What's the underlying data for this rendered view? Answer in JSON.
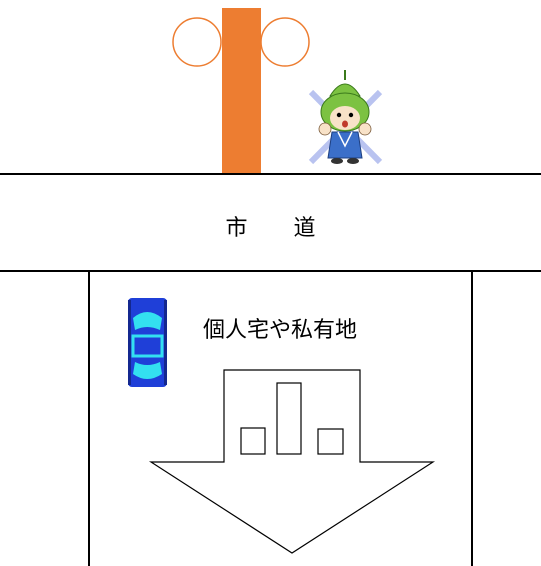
{
  "road": {
    "char1": "市",
    "char2": "道"
  },
  "property": {
    "label": "個人宅や私有地"
  },
  "colors": {
    "pole": "#ED7D31",
    "line": "#000000",
    "car_body": "#1F3FD8",
    "car_glass": "#33E0F0",
    "mascot_green": "#7CC242",
    "mascot_blue": "#3B6FC9",
    "x_mark": "#B9C3F0"
  },
  "icons": {
    "pole": "utility-pole-icon",
    "mascot": "mascot-character-icon",
    "car": "car-icon",
    "arrow": "down-arrow-with-buildings-icon"
  }
}
